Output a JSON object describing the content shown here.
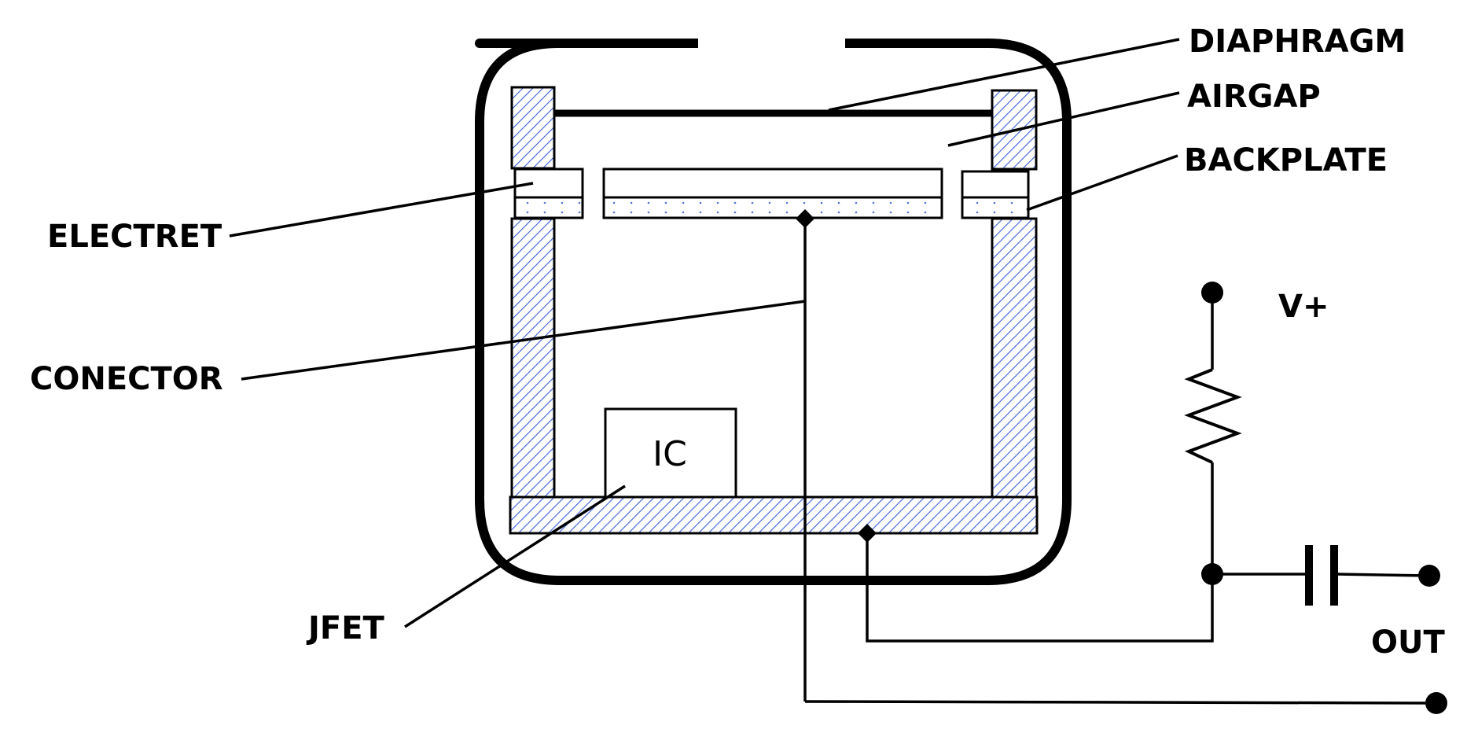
{
  "labels": {
    "diaphragm": "DIAPHRAGM",
    "airgap": "AIRGAP",
    "backplate": "BACKPLATE",
    "electret": "ELECTRET",
    "conector": "CONECTOR",
    "jfet": "JFET",
    "vplus": "V+",
    "out": "OUT",
    "ic": "IC"
  },
  "colors": {
    "line": "#000000",
    "hatch": "#3b5fd6",
    "hatch_bg": "#ffffff",
    "electret_dot": "#5a78d8"
  }
}
